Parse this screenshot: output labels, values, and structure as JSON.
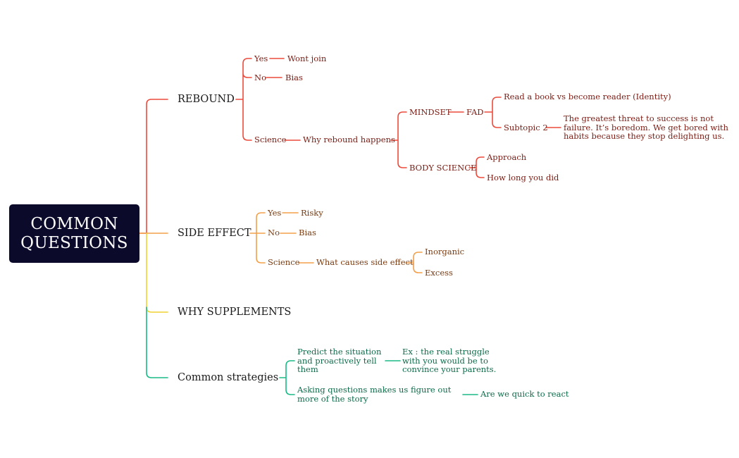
{
  "colors": {
    "root_bg": "#0b0a2a",
    "red": "#ec4a3c",
    "orange": "#f2a04a",
    "yellow": "#f0d232",
    "green": "#1bb987"
  },
  "root": {
    "line1": "COMMON",
    "line2": "QUESTIONS"
  },
  "rebound": {
    "label": "REBOUND",
    "yes": {
      "label": "Yes",
      "child": "Wont join"
    },
    "no": {
      "label": "No",
      "child": "Bias"
    },
    "science": {
      "label": "Science",
      "child": "Why rebound happens",
      "mindset": {
        "label": "MINDSET",
        "fad": "FAD",
        "read_book": "Read a book vs become reader (Identity)",
        "subtopic": "Subtopic 2",
        "quote": "The greatest threat to success is not failure. It’s boredom. We get bored with habits because they stop delighting us."
      },
      "body_science": {
        "label": "BODY SCIENCE",
        "approach": "Approach",
        "how_long": "How long you did"
      }
    }
  },
  "side_effect": {
    "label": "SIDE EFFECT",
    "yes": {
      "label": "Yes",
      "child": "Risky"
    },
    "no": {
      "label": "No",
      "child": "Bias"
    },
    "science": {
      "label": "Science",
      "child": "What causes side effect",
      "inorganic": "Inorganic",
      "excess": "Excess"
    }
  },
  "why_supplements": {
    "label": "WHY SUPPLEMENTS"
  },
  "common_strategies": {
    "label": "Common strategies",
    "predict": "Predict the situation and proactively tell them",
    "example": "Ex : the real struggle with you would be to convince your parents.",
    "asking": "Asking questions makes us figure out more of the story",
    "quick": "Are we quick to react"
  }
}
